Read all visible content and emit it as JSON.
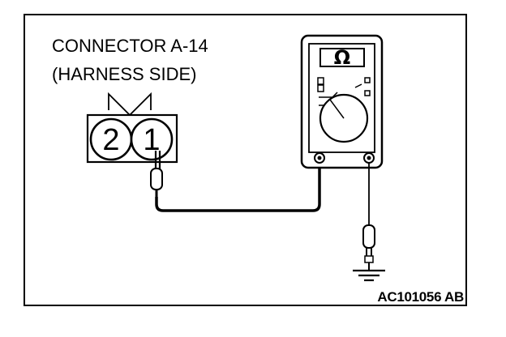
{
  "connector": {
    "title": "CONNECTOR A-14",
    "subtitle": "(HARNESS SIDE)",
    "pins": [
      "2",
      "1"
    ]
  },
  "meter": {
    "display_symbol": "Ω"
  },
  "figure_code": "AC101056 AB",
  "icons": {
    "meter": "multimeter-icon",
    "ground": "ground-icon",
    "probe": "probe-icon"
  }
}
